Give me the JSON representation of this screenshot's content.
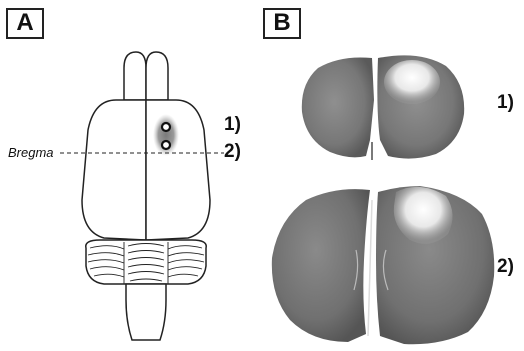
{
  "panel_a": {
    "label": "A",
    "bregma_label": "Bregma",
    "marker_1": "1)",
    "marker_2": "2)"
  },
  "panel_b": {
    "label": "B",
    "section_1": "1)",
    "section_2": "2)"
  },
  "colors": {
    "outline": "#222222",
    "lesion_halo": "#8a8a8a",
    "tissue_dark": "#555555",
    "tissue_light": "#e8e8e8"
  }
}
